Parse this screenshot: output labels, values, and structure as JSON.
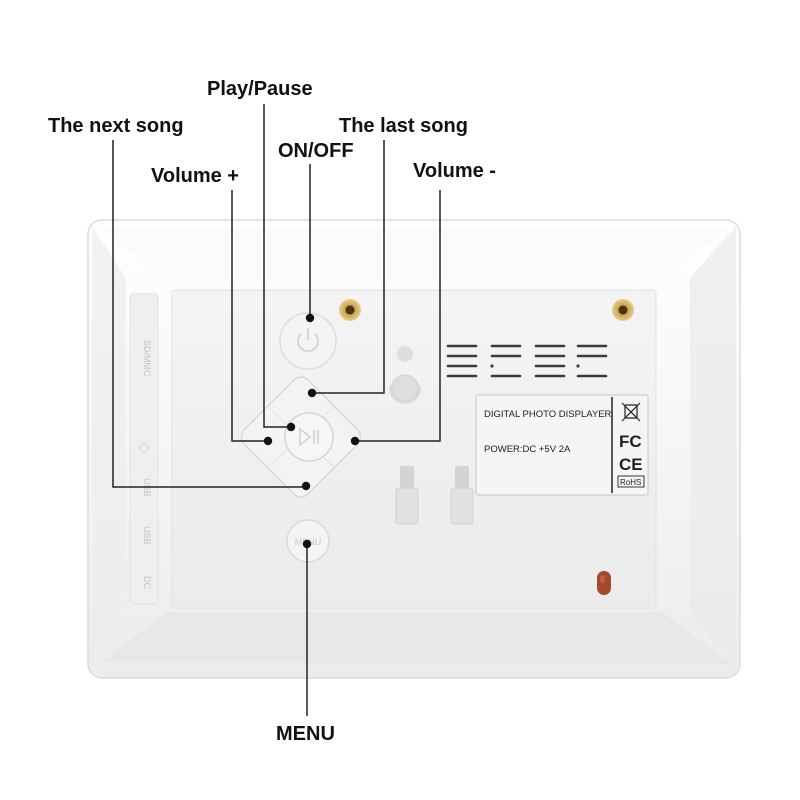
{
  "callouts": {
    "play_pause": "Play/Pause",
    "next_song": "The next song",
    "last_song": "The last song",
    "on_off": "ON/OFF",
    "volume_up": "Volume +",
    "volume_down": "Volume -",
    "menu": "MENU"
  },
  "device": {
    "side_labels": [
      "SD/MMC",
      "USB",
      "USB",
      "DC"
    ],
    "menu_button_text": "MENU"
  },
  "label_plate": {
    "product_name": "DIGITAL PHOTO DISPLAYER",
    "power_spec": "POWER:DC +5V 2A",
    "fc_mark": "FC",
    "ce_mark": "CE",
    "rohs_mark": "RoHS"
  },
  "colors": {
    "frame": "#f7f7f7",
    "panel": "#f1f1f1",
    "leader_line": "#222222",
    "screw_brass": "#c9a44c",
    "indicator": "#a34a2c"
  },
  "icons": [
    "power-icon",
    "play-pause-icon",
    "weee-bin-icon",
    "fc-mark-icon",
    "ce-mark-icon"
  ]
}
